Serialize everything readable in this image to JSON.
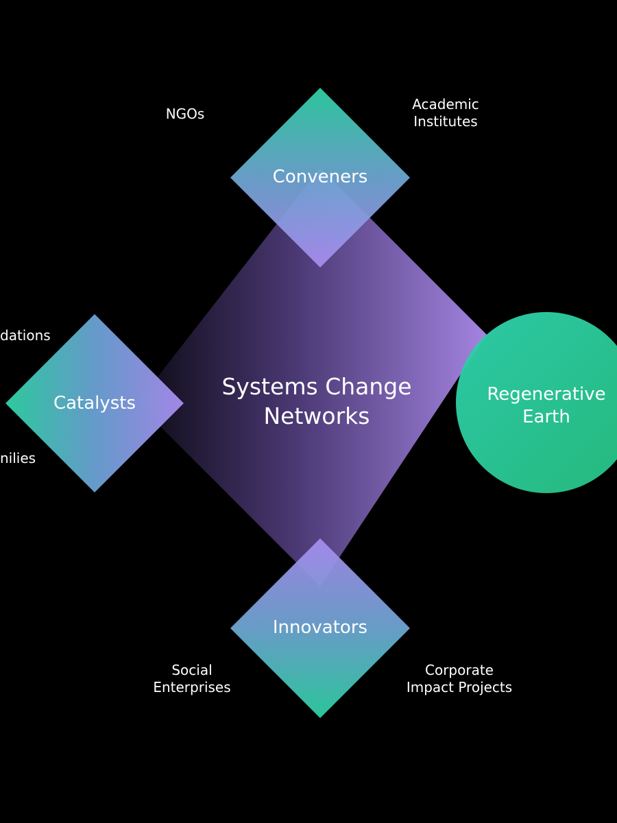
{
  "center": {
    "label": "Systems Change\nNetworks"
  },
  "earth": {
    "label": "Regenerative\nEarth"
  },
  "nodes": {
    "conveners": "Conveners",
    "catalysts": "Catalysts",
    "innovators": "Innovators"
  },
  "stakeholders": {
    "ngos": "NGOs",
    "academic_institutes": "Academic\nInstitutes",
    "foundations_partial": "dations",
    "families_partial": "nilies",
    "social_enterprises": "Social\nEnterprises",
    "corporate_impact_projects": "Corporate\nImpact Projects"
  },
  "colors": {
    "background": "#000000",
    "purple": "#9b7fd8",
    "teal": "#2ecfa4",
    "blue": "#6aa5d6",
    "text": "#ffffff"
  }
}
